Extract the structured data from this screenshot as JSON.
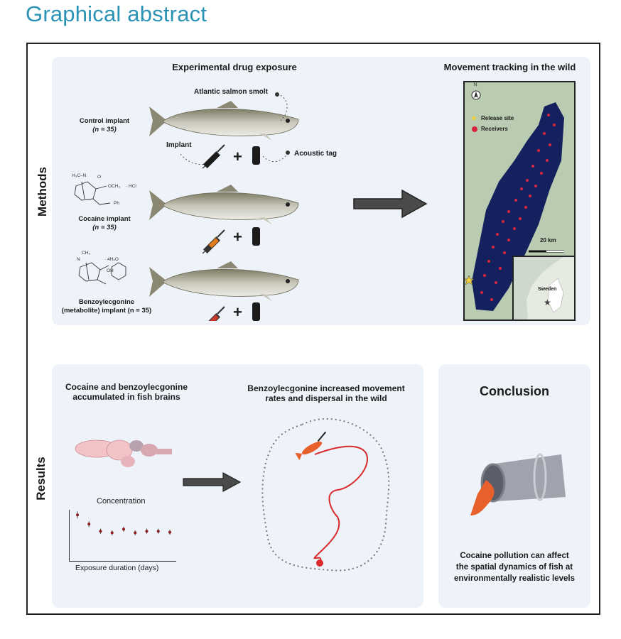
{
  "title": "Graphical abstract",
  "methods": {
    "side_label": "Methods",
    "exposure_header": "Experimental drug exposure",
    "tracking_header": "Movement tracking in the wild",
    "salmon_label": "Atlantic salmon smolt",
    "implant_label": "Implant",
    "acoustic_tag_label": "Acoustic tag",
    "plus": "+",
    "groups": [
      {
        "label": "Control implant",
        "n": "(n = 35)",
        "syringe_color": "#1b1b1b"
      },
      {
        "label": "Cocaine implant",
        "n": "(n = 35)",
        "syringe_color": "#e07b1e"
      },
      {
        "label": "Benzoylecgonine\n(metabolite) implant (n = 35)",
        "syringe_color": "#c63a2c"
      }
    ],
    "chem": {
      "cocaine_1": "H₃C–N",
      "cocaine_2": "OCH₃",
      "cocaine_3": "· HCl",
      "cocaine_4": "O",
      "cocaine_5": "Ph",
      "bzg_1": "CH₃",
      "bzg_2": "· 4H₂O",
      "bzg_3": "OH",
      "bzg_4": "N"
    },
    "map": {
      "north": "N",
      "legend_release": "Release site",
      "legend_receivers": "Receivers",
      "scale": "20 km",
      "inset_label": "Sweden",
      "lake_color": "#14215e",
      "receiver_color": "#d9243c",
      "release_color": "#f2d23a"
    }
  },
  "results": {
    "side_label": "Results",
    "accumulated_header": "Cocaine and benzoylecgonine\naccumulated in fish brains",
    "movement_header": "Benzoylecgonine increased movement\nrates and dispersal in the wild",
    "plot_title": "Concentration",
    "plot_xlabel": "Exposure duration (days)",
    "chart_data": {
      "type": "scatter",
      "title": "Concentration",
      "xlabel": "Exposure duration (days)",
      "ylabel": "",
      "points": [
        {
          "y": 0.9,
          "err": 0.07
        },
        {
          "y": 0.72,
          "err": 0.06
        },
        {
          "y": 0.58,
          "err": 0.05
        },
        {
          "y": 0.55,
          "err": 0.05
        },
        {
          "y": 0.62,
          "err": 0.05
        },
        {
          "y": 0.55,
          "err": 0.05
        },
        {
          "y": 0.58,
          "err": 0.05
        },
        {
          "y": 0.58,
          "err": 0.05
        },
        {
          "y": 0.56,
          "err": 0.05
        }
      ],
      "point_color": "#8c1d1d"
    }
  },
  "conclusion": {
    "title": "Conclusion",
    "text": "Cocaine pollution can affect\nthe spatial dynamics of fish at\nenvironmentally realistic levels",
    "pipe_color": "#9ea3ad",
    "spill_color": "#e8602b"
  }
}
